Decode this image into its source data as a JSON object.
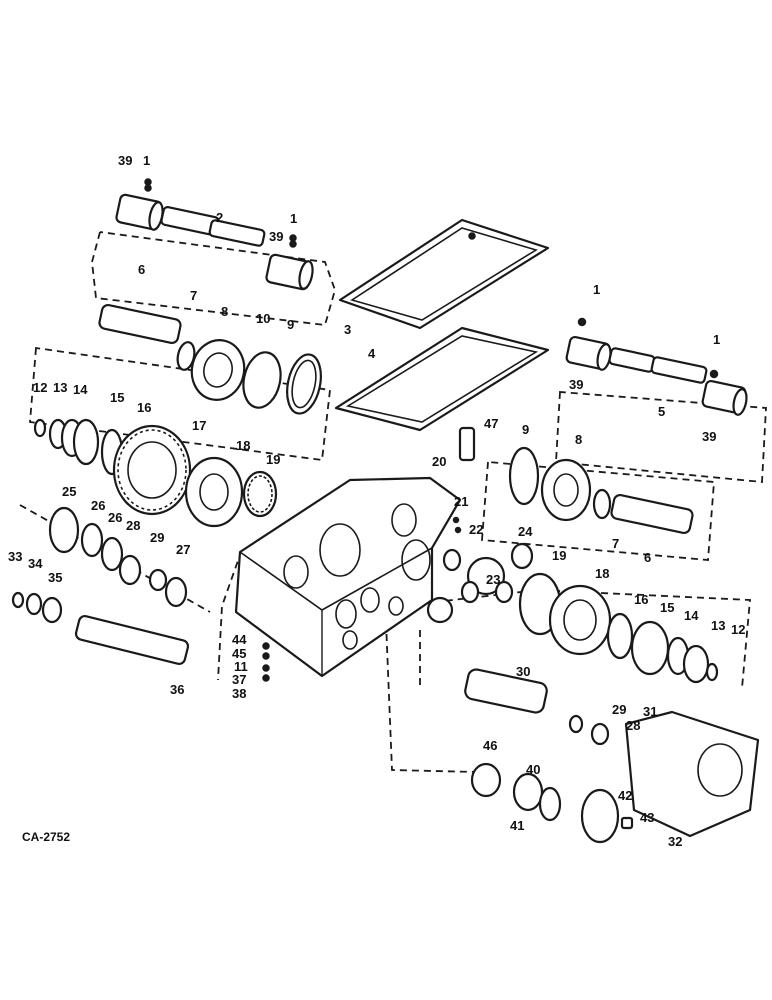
{
  "figure": {
    "code": "CA-2752",
    "callouts": [
      "1",
      "2",
      "3",
      "4",
      "5",
      "6",
      "7",
      "8",
      "9",
      "10",
      "11",
      "12",
      "13",
      "14",
      "15",
      "16",
      "17",
      "18",
      "19",
      "20",
      "21",
      "22",
      "23",
      "24",
      "25",
      "26",
      "27",
      "28",
      "29",
      "30",
      "31",
      "32",
      "33",
      "34",
      "35",
      "36",
      "37",
      "38",
      "39",
      "40",
      "41",
      "42",
      "43",
      "44",
      "45",
      "46",
      "47"
    ]
  }
}
